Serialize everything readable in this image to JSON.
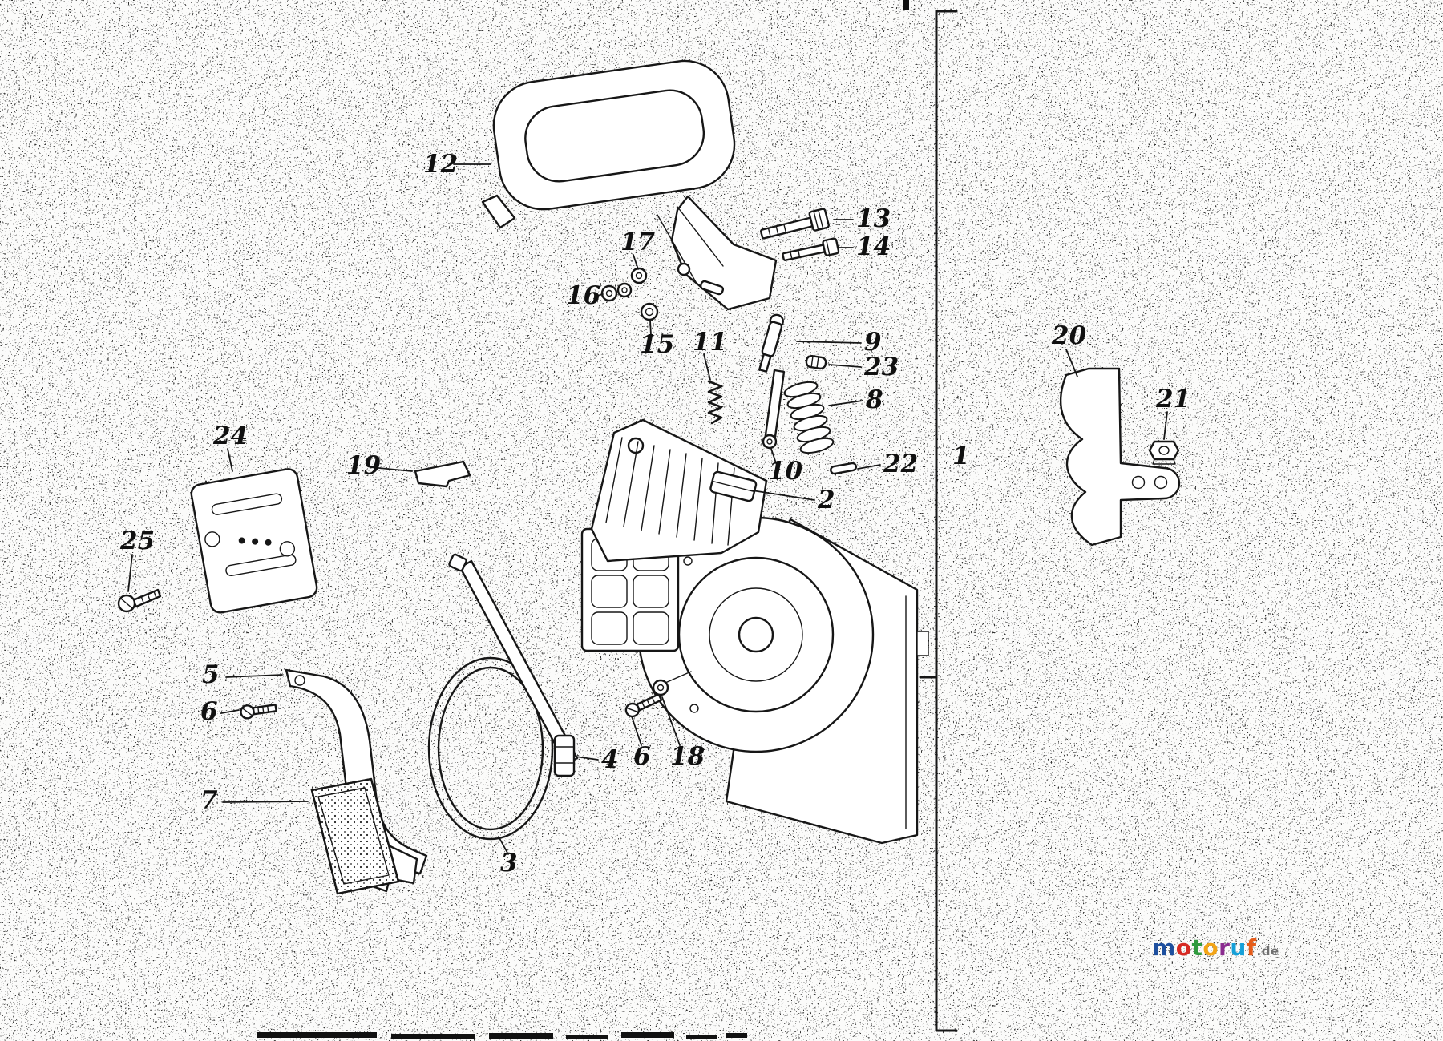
{
  "diagram": {
    "description_labels_note": "exploded parts diagram part numbers",
    "labels": [
      "1",
      "2",
      "3",
      "4",
      "5",
      "6",
      "6",
      "7",
      "8",
      "9",
      "10",
      "11",
      "12",
      "13",
      "14",
      "15",
      "16",
      "17",
      "18",
      "19",
      "20",
      "21",
      "22",
      "23",
      "24",
      "25"
    ]
  },
  "logo": {
    "letters": [
      {
        "char": "m",
        "color": "#1d4f9e"
      },
      {
        "char": "o",
        "color": "#d62a23"
      },
      {
        "char": "t",
        "color": "#2f9a3e"
      },
      {
        "char": "o",
        "color": "#f2a416"
      },
      {
        "char": "r",
        "color": "#8a2c8f"
      },
      {
        "char": "u",
        "color": "#16a0d8"
      },
      {
        "char": "f",
        "color": "#e55c1a"
      }
    ],
    "suffix": ".de",
    "suffix_color": "#707070"
  },
  "colors": {
    "ink": "#161616",
    "background": "#fbfbfa"
  }
}
